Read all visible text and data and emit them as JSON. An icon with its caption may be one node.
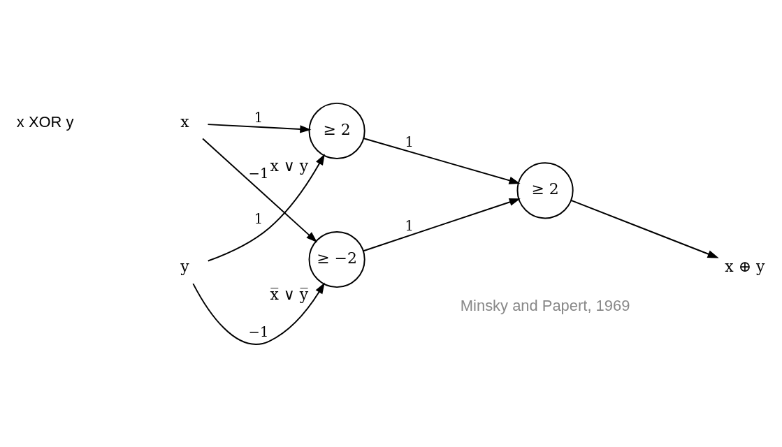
{
  "diagram": {
    "nodes": [
      {
        "text": [
          "x"
        ]
      },
      {
        "text": [
          "≥ 2"
        ],
        "beside": [
          "x ∨ y"
        ]
      },
      {
        "text": [
          "≥ −2"
        ],
        "beside": [
          "x̅ ∨ y̅"
        ]
      },
      {
        "text": [
          "y"
        ]
      },
      {
        "text": [
          "≥ 2"
        ]
      },
      {
        "text": [
          "x ⊕ y"
        ]
      }
    ],
    "edges": [
      {
        "from": 0,
        "to": 1,
        "arrow": "to",
        "label": "1"
      },
      {
        "from": 0,
        "to": 2,
        "arrow": "to",
        "label": "−1"
      },
      {
        "from": 3,
        "to": 1,
        "arrow": "to",
        "label": "1"
      },
      {
        "from": 3,
        "to": 2,
        "arrow": "to",
        "label": "−1"
      },
      {
        "from": 1,
        "to": 4,
        "arrow": "to",
        "label": "1"
      },
      {
        "from": 2,
        "to": 4,
        "arrow": "to",
        "label": "1"
      },
      {
        "from": 4,
        "to": 5,
        "arrow": "to"
      }
    ],
    "labels": [
      "Minsky and Papert, 1969",
      "x XOR y"
    ]
  }
}
